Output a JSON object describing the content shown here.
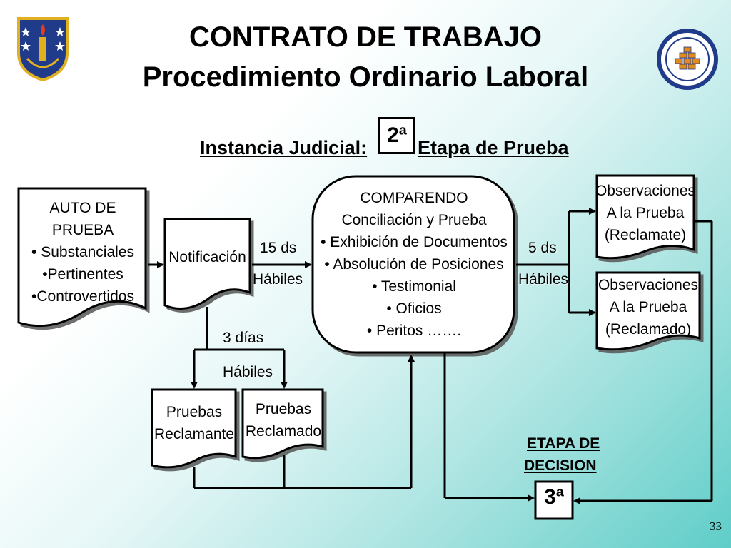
{
  "header": {
    "title_line1": "CONTRATO DE TRABAJO",
    "title_line2": "Procedimiento Ordinario Laboral",
    "subtitle_left": "Instancia Judicial:",
    "stage_number": "2ª",
    "subtitle_right": "Etapa de Prueba"
  },
  "nodes": {
    "auto_prueba": [
      "AUTO DE",
      "PRUEBA",
      "• Substanciales",
      "•Pertinentes",
      "•Controvertidos"
    ],
    "notificacion": "Notificación",
    "comparendo": [
      "COMPARENDO",
      "Conciliación y Prueba",
      "• Exhibición de Documentos",
      "• Absolución de Posiciones",
      "• Testimonial",
      "• Oficios",
      "• Peritos ……."
    ],
    "obs_reclamante": [
      "Observaciones",
      "A la Prueba",
      "(Reclamate)"
    ],
    "obs_reclamado": [
      "Observaciones",
      "A la Prueba",
      "(Reclamado)"
    ],
    "pruebas_reclamante": [
      "Pruebas",
      "Reclamante"
    ],
    "pruebas_reclamado": [
      "Pruebas",
      "Reclamado"
    ]
  },
  "labels": {
    "plazo_15": "15 ds",
    "habiles_1": "Hábiles",
    "plazo_5": "5  ds",
    "habiles_2": "Hábiles",
    "plazo_3": "3   días",
    "habiles_3": "Hábiles"
  },
  "decision": {
    "label_line1": "ETAPA DE",
    "label_line2": "DECISION",
    "stage_number": "3ª"
  },
  "page_number": "33",
  "colors": {
    "background_accent": "#5fcdc8",
    "emblem_blue": "#1f3b8a",
    "emblem_gold": "#e0b020"
  }
}
